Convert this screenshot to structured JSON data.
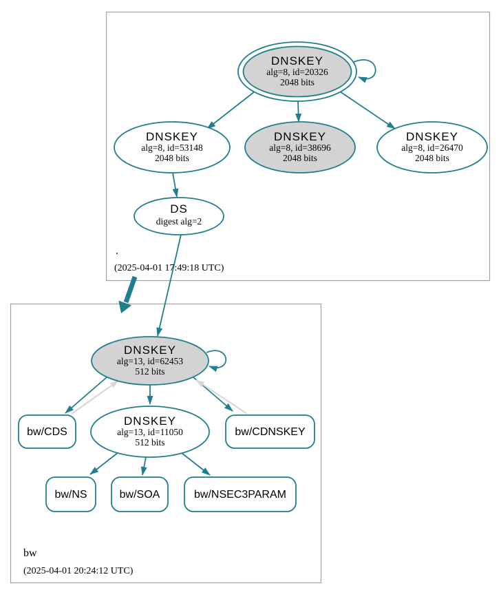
{
  "colors": {
    "edge_secure_teal": "#1f7f8f",
    "node_fill_gray": "#d3d3d3",
    "edge_insecure_gray": "#d8d8d8",
    "zone_box_border": "#a0a0a0",
    "background": "#ffffff",
    "text": "#000000"
  },
  "root_zone": {
    "label": ".",
    "timestamp": "(2025-04-01 17:49:18 UTC)",
    "ksk_20326": {
      "type_label": "DNSKEY",
      "alg_id": "alg=8, id=20326",
      "size": "2048 bits"
    },
    "dnskey_53148": {
      "type_label": "DNSKEY",
      "alg_id": "alg=8, id=53148",
      "size": "2048 bits"
    },
    "dnskey_38696": {
      "type_label": "DNSKEY",
      "alg_id": "alg=8, id=38696",
      "size": "2048 bits"
    },
    "dnskey_26470": {
      "type_label": "DNSKEY",
      "alg_id": "alg=8, id=26470",
      "size": "2048 bits"
    },
    "ds": {
      "type_label": "DS",
      "digest": "digest alg=2"
    }
  },
  "bw_zone": {
    "label": "bw",
    "timestamp": "(2025-04-01 20:24:12 UTC)",
    "ksk_62453": {
      "type_label": "DNSKEY",
      "alg_id": "alg=13, id=62453",
      "size": "512 bits"
    },
    "dnskey_11050": {
      "type_label": "DNSKEY",
      "alg_id": "alg=13, id=11050",
      "size": "512 bits"
    },
    "rrset_cds": {
      "label": "bw/CDS"
    },
    "rrset_cdnskey": {
      "label": "bw/CDNSKEY"
    },
    "rrset_ns": {
      "label": "bw/NS"
    },
    "rrset_soa": {
      "label": "bw/SOA"
    },
    "rrset_nsec3param": {
      "label": "bw/NSEC3PARAM"
    }
  }
}
